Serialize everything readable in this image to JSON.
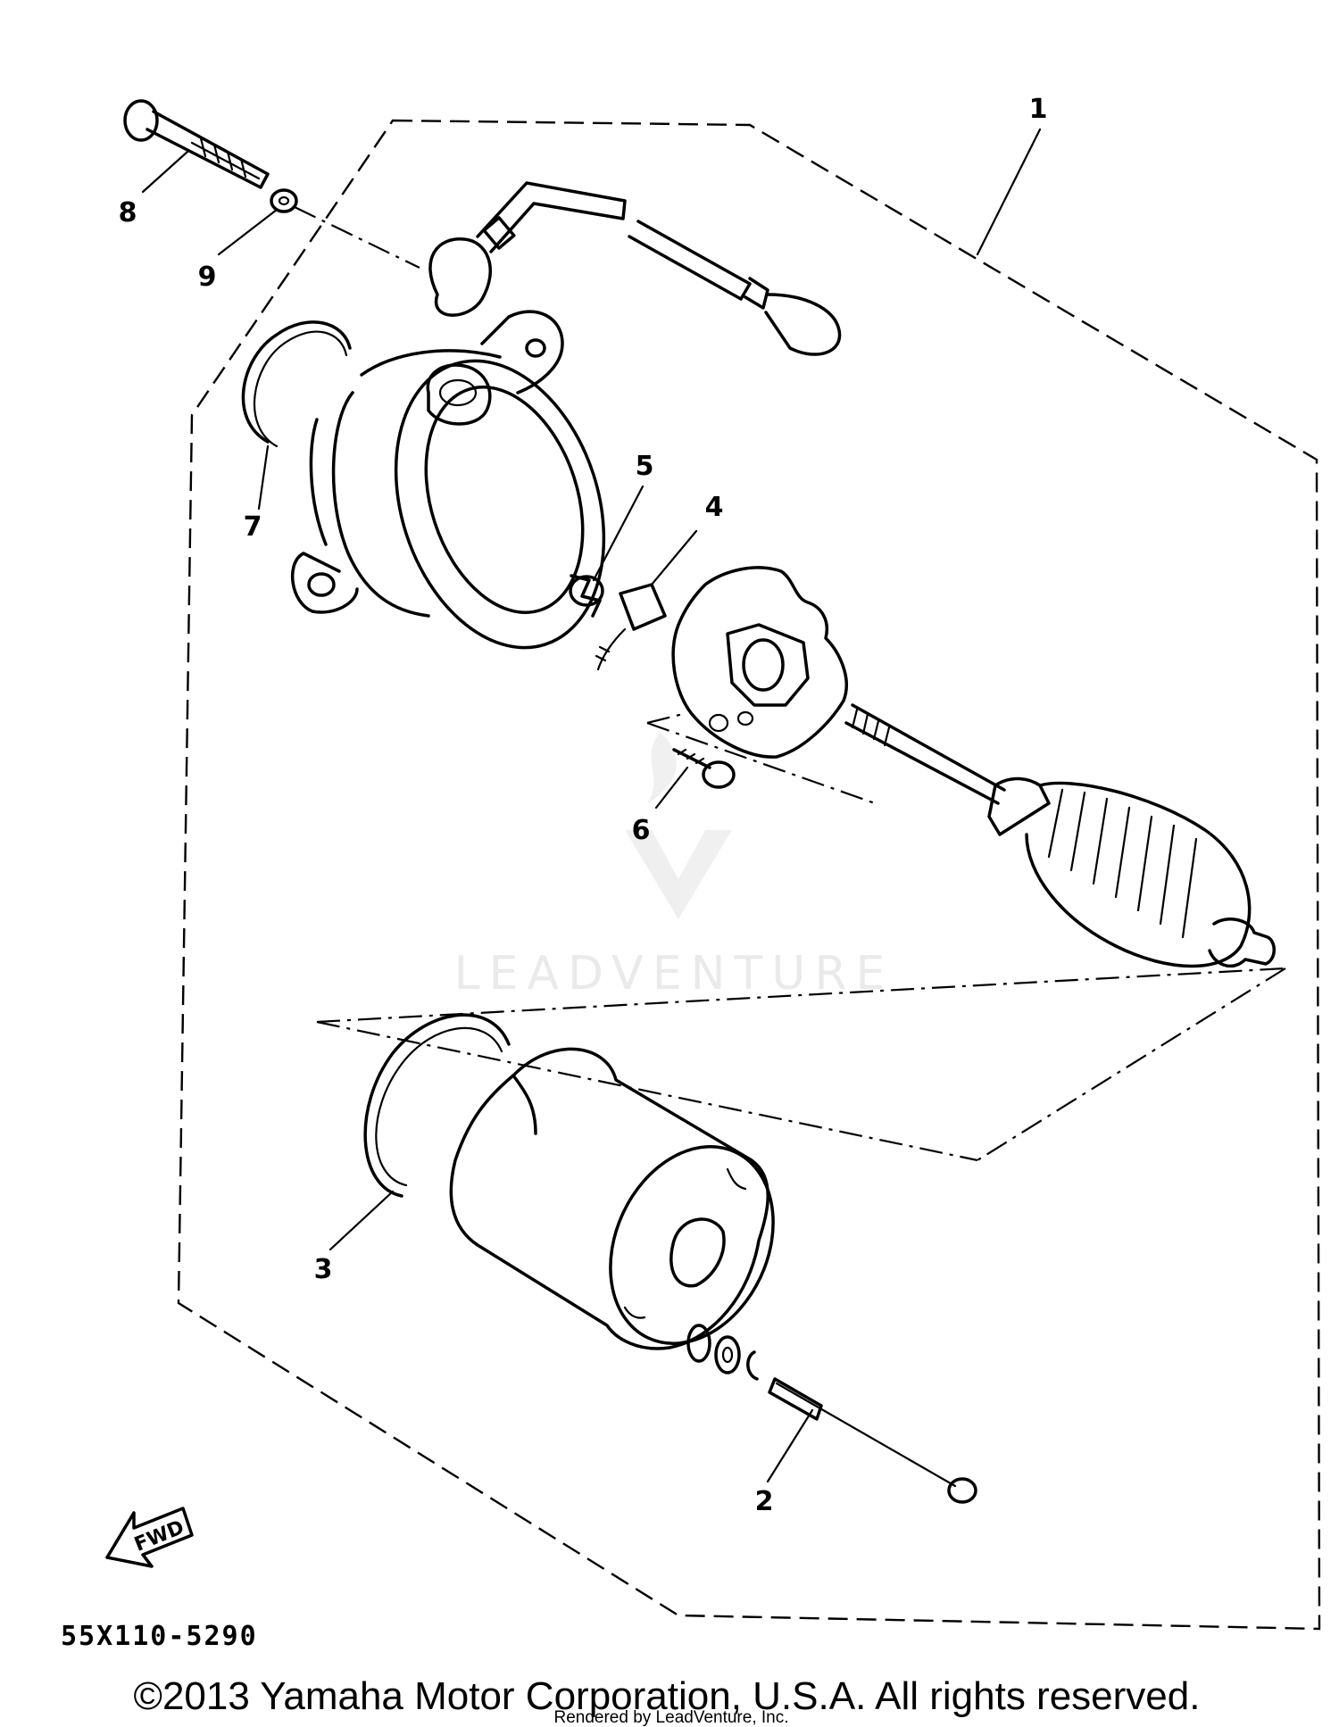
{
  "callouts": {
    "c1": "1",
    "c2": "2",
    "c3": "3",
    "c4": "4",
    "c5": "5",
    "c6": "6",
    "c7": "7",
    "c8": "8",
    "c9": "9"
  },
  "fwd_label": "FWD",
  "diagram_code": "55X110-5290",
  "watermark_text": "LEADVENTURE",
  "copyright": "©2013 Yamaha Motor Corporation, U.S.A. All rights reserved.",
  "rendered_by": "Rendered by LeadVenture, Inc."
}
